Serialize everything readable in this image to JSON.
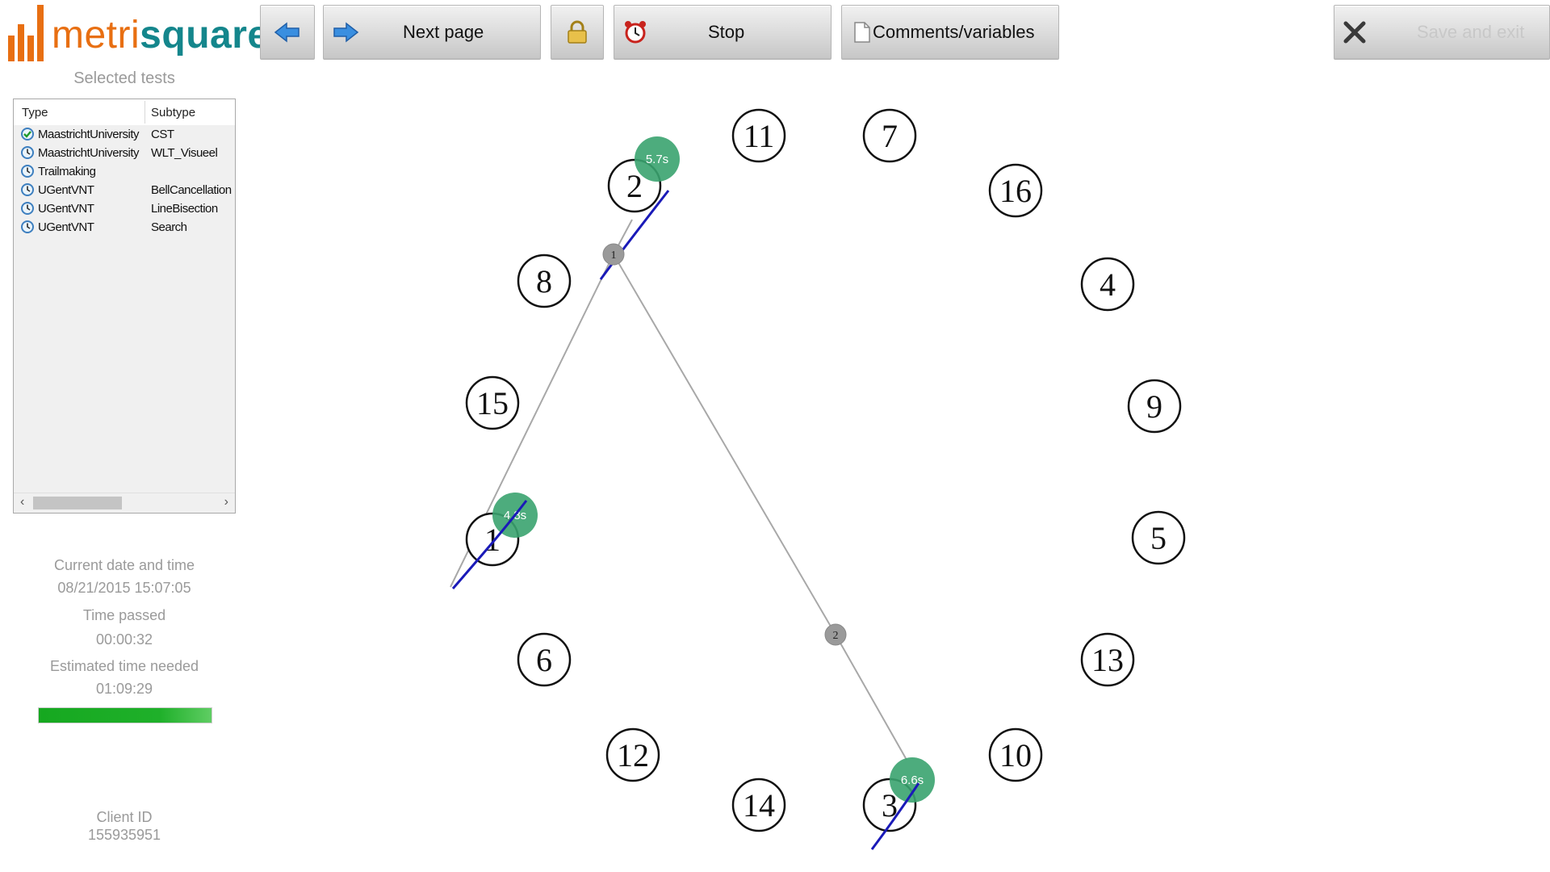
{
  "app": {
    "logo_part1": "metri",
    "logo_part2": "square"
  },
  "toolbar": {
    "next_label": "Next page",
    "stop_label": "Stop",
    "comments_label": "Comments/variables",
    "save_exit_label": "Save and exit"
  },
  "sidebar": {
    "title": "Selected tests",
    "columns": [
      "Type",
      "Subtype"
    ],
    "tests": [
      {
        "type": "MaastrichtUniversity",
        "subtype": "CST",
        "icon": "completed-clock-icon"
      },
      {
        "type": "MaastrichtUniversity",
        "subtype": "WLT_Visueel",
        "icon": "clock-icon"
      },
      {
        "type": "Trailmaking",
        "subtype": "",
        "icon": "clock-icon"
      },
      {
        "type": "UGentVNT",
        "subtype": "BellCancellation",
        "icon": "clock-icon"
      },
      {
        "type": "UGentVNT",
        "subtype": "LineBisection",
        "icon": "clock-icon"
      },
      {
        "type": "UGentVNT",
        "subtype": "Search",
        "icon": "clock-icon"
      }
    ],
    "date_label": "Current date and time",
    "date_value": "08/21/2015 15:07:05",
    "passed_label": "Time passed",
    "passed_value": "00:00:32",
    "estimate_label": "Estimated time needed",
    "estimate_value": "01:09:29",
    "progress": 1.0,
    "client_label": "Client ID",
    "client_value": "155935951"
  },
  "colors": {
    "accent_orange": "#e86f12",
    "accent_teal": "#14868c",
    "progress_green": "#1fb02a",
    "timing_marker": "#3aa36f",
    "pen_stroke": "#1a1ab8",
    "path_line": "#a8a8a8"
  },
  "trail": {
    "targets": [
      {
        "label": "1"
      },
      {
        "label": "2"
      },
      {
        "label": "3"
      },
      {
        "label": "4"
      },
      {
        "label": "5"
      },
      {
        "label": "6"
      },
      {
        "label": "7"
      },
      {
        "label": "8"
      },
      {
        "label": "9"
      },
      {
        "label": "10"
      },
      {
        "label": "11"
      },
      {
        "label": "12"
      },
      {
        "label": "13"
      },
      {
        "label": "14"
      },
      {
        "label": "15"
      },
      {
        "label": "16"
      }
    ],
    "timings": [
      {
        "target": "2",
        "label": "5.7s"
      },
      {
        "target": "1",
        "label": "4.8s"
      },
      {
        "target": "3",
        "label": "6.6s"
      }
    ],
    "lifts": [
      {
        "label": "1"
      },
      {
        "label": "2"
      }
    ]
  }
}
